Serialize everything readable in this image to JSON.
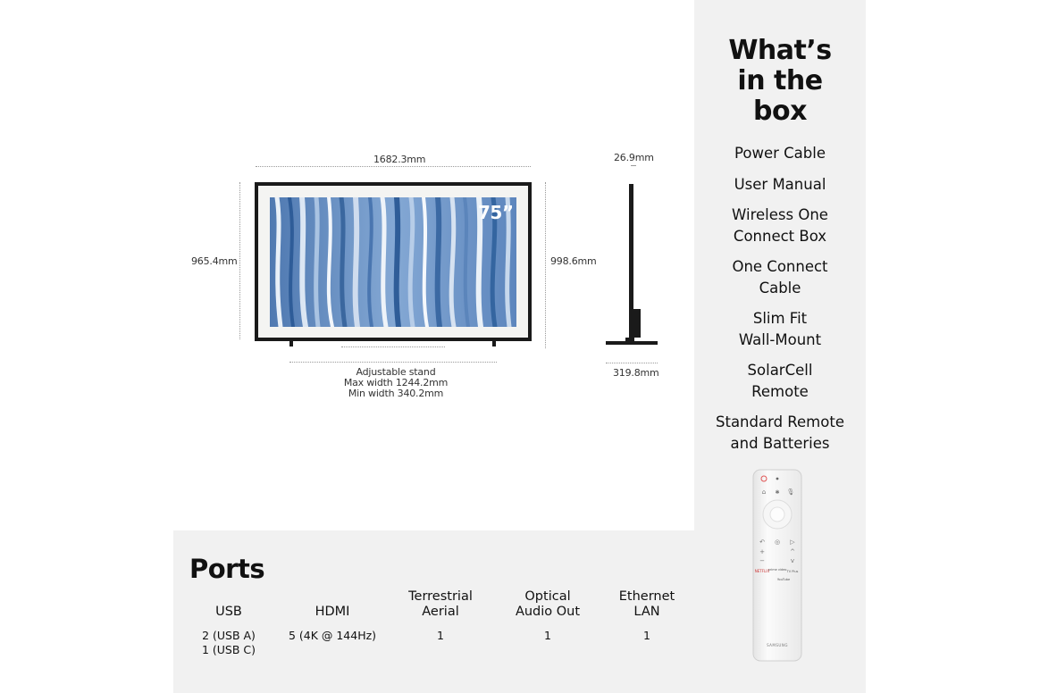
{
  "dimensions": {
    "width": "1682.3mm",
    "height_no_stand": "965.4mm",
    "height_with_stand": "998.6mm",
    "depth": "26.9mm",
    "stand_depth": "319.8mm",
    "stand_line1": "Adjustable stand",
    "stand_line2": "Max width 1244.2mm",
    "stand_line3": "Min width 340.2mm",
    "screen_badge": "75”"
  },
  "in_the_box": {
    "title_lines": [
      "What’s",
      "in the",
      "box"
    ],
    "items": [
      [
        "Power Cable"
      ],
      [
        "User Manual"
      ],
      [
        "Wireless One",
        "Connect Box"
      ],
      [
        "One Connect",
        "Cable"
      ],
      [
        "Slim Fit",
        "Wall-Mount"
      ],
      [
        "SolarCell",
        "Remote"
      ],
      [
        "Standard Remote",
        "and Batteries"
      ]
    ]
  },
  "ports": {
    "title": "Ports",
    "columns": [
      {
        "name": [
          "USB"
        ],
        "value": [
          "2 (USB A)",
          "1 (USB C)"
        ]
      },
      {
        "name": [
          "HDMI"
        ],
        "value": [
          "5 (4K @ 144Hz)"
        ]
      },
      {
        "name": [
          "Terrestrial",
          "Aerial"
        ],
        "value": [
          "1"
        ]
      },
      {
        "name": [
          "Optical",
          "Audio Out"
        ],
        "value": [
          "1"
        ]
      },
      {
        "name": [
          "Ethernet",
          "LAN"
        ],
        "value": [
          "1"
        ]
      }
    ]
  },
  "remote": {
    "brand": "SAMSUNG",
    "btn_netflix": "NETFLIX",
    "btn_prime": "prime video",
    "btn_samsung_tv_plus": "TV Plus",
    "btn_youtube": "YouTube"
  },
  "colors": {
    "panel_bg": "#f1f1f1",
    "frame": "#1a1a1a",
    "mat": "#f4f4f2",
    "art_blue": "#6f95c5"
  }
}
